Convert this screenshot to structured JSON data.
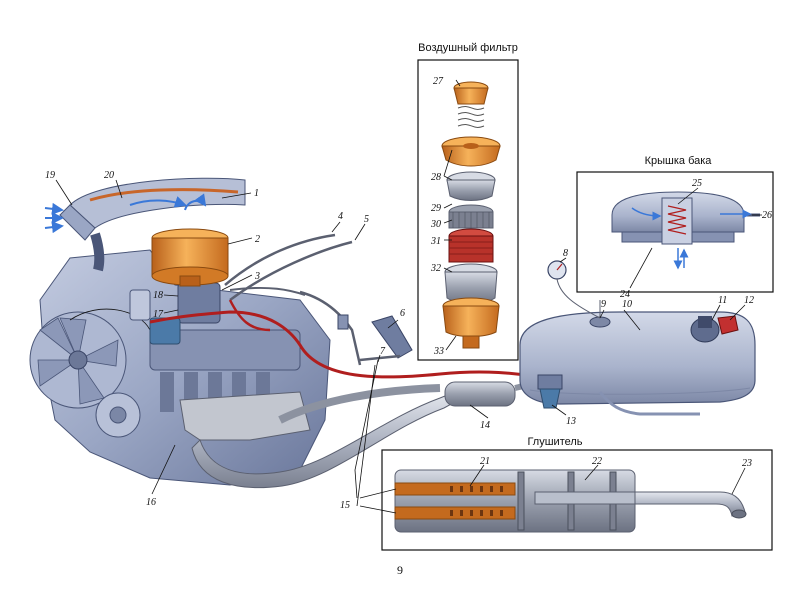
{
  "titles": {
    "air_filter": "Воздушный фильтр",
    "tank_cap": "Крышка бака",
    "muffler": "Глушитель"
  },
  "page_number": "9",
  "callouts": {
    "n1": "1",
    "n2": "2",
    "n3": "3",
    "n4": "4",
    "n5": "5",
    "n6": "6",
    "n7": "7",
    "n8": "8",
    "n9": "9",
    "n10": "10",
    "n11": "11",
    "n12": "12",
    "n13": "13",
    "n14": "14",
    "n15": "15",
    "n16": "16",
    "n17": "17",
    "n18": "18",
    "n19": "19",
    "n20": "20",
    "n21": "21",
    "n22": "22",
    "n23": "23",
    "n24": "24",
    "n25": "25",
    "n26": "26",
    "n27": "27",
    "n28": "28",
    "n29": "29",
    "n30": "30",
    "n31": "31",
    "n32": "32",
    "n33": "33"
  },
  "colors": {
    "engine": "#9aa6c4",
    "engine_dark": "#5f6c8e",
    "filter_orange": "#e8892c",
    "filter_orange_light": "#f6b25a",
    "fuel_line": "#b01e1e",
    "tank": "#a9b3cc",
    "exhaust": "#b9bfcc",
    "air_flow": "#3a78d8",
    "frame": "#111111"
  }
}
